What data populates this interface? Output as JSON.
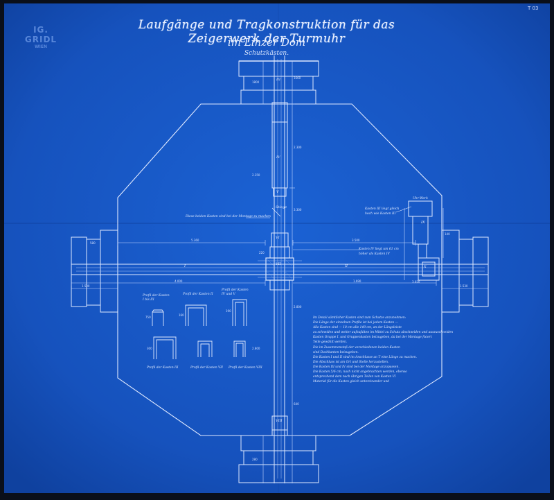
{
  "header": {
    "title": "Laufgänge und Tragkonstruktion für das Zeigerwerk der Turmuhr",
    "subtitle": "im Linzer Dom",
    "subsubtitle": "Schutzkästen.",
    "stamp_line1": "IG. GRIDL",
    "stamp_line2": "WIEN",
    "sheet_number": "T 03"
  },
  "annotations": {
    "callout_left": "Diese beiden Kasten sind bei der Montage zu machen",
    "callout_stair": "Stiege",
    "callout_right_top": "Kasten III liegt gleich hoch wie Kasten III",
    "callout_right_mid": "Kasten IV liegt um 61 cm höher als Kasten IV",
    "uhrwerk_label": "Uhr-Werk"
  },
  "profiles": [
    {
      "label": "Profil der Kasten I bis III"
    },
    {
      "label": "Profil der Kasten II"
    },
    {
      "label": "Profil der Kasten IV und V"
    },
    {
      "label": "Profil der Kasten III"
    },
    {
      "label": "Profil der Kasten VII"
    },
    {
      "label": "Profil der Kasten VIII"
    }
  ],
  "roman_numerals": [
    "III",
    "IV",
    "V",
    "I",
    "II",
    "VI",
    "VII",
    "VIII",
    "IX",
    "X"
  ],
  "notes": [
    "Im Detail sämtlicher Kasten sind zum Schutze anzunehmen:",
    "Die Länge der einzelnen Profile ist bei jedem Kasten —",
    "Alle Kasten sind — 10 cm alle 140 cm, an der Längsleiste",
    "zu schneiden und weiter aufzufalten im Mittel zu Schutz abschneiden und auszuschneiden",
    "Kasten Gruppe I. und Gruppenkasten beizugeben, da bei der Montage fixiert",
    "Teile gewählt werden.",
    "Die im Zusammenstoß der verschiedenen beiden Kasten",
    "sind Dachkanten beizugeben.",
    "Die Kasten I und II sind im Anschlusse an T eine Länge zu machen.",
    "Die Abschluss ist am Ort und Stelle herzustellen.",
    "Die Kasten III und IV sind bei der Montage anzupassen.",
    "Die Kasten 5/6 cm, nach nicht angebrachten werden, ebenso",
    "entsprechend dem nach übrigen Teilen von Kasten VI",
    "Material für die Kasten gleich untereinander und"
  ],
  "dimensions": [
    "1800",
    "1660",
    "2.300",
    "3.300",
    "5.360",
    "580",
    "220",
    "3.500",
    "4.000",
    "1.690",
    "2.800",
    "640",
    "280",
    "140",
    "3.020",
    "1.530",
    "2.350",
    "2.800",
    "1.500",
    "750",
    "160",
    "190",
    "300"
  ],
  "colors": {
    "paper": "#1756c2",
    "paper_dark": "#0d3c95",
    "line": "#dfe9ff",
    "line_soft": "#aac4f5",
    "border": "#0a0f1a"
  }
}
